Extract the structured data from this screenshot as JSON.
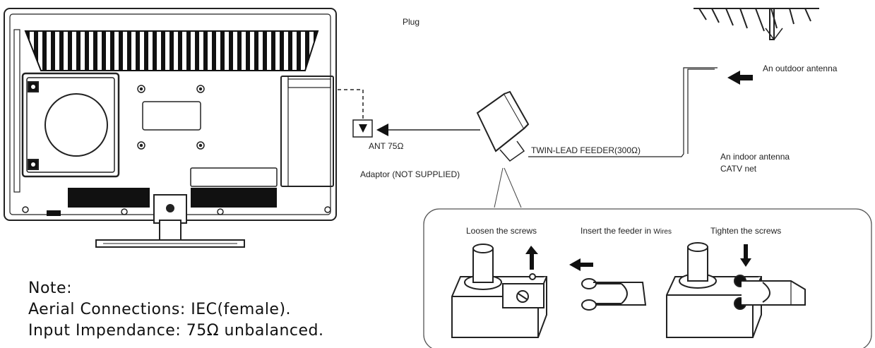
{
  "labels": {
    "plug": "Plug",
    "ant": "ANT 75Ω",
    "adaptor": "Adaptor  (NOT SUPPLIED)",
    "feeder": "TWIN-LEAD FEEDER(300Ω)",
    "outdoor": "An outdoor antenna",
    "indoor": "An indoor antenna",
    "catv": "CATV net"
  },
  "inset": {
    "loosen": "Loosen the screws",
    "insert": "Insert the feeder in",
    "wires": "Wires",
    "tighten": "Tighten the screws"
  },
  "note": {
    "title": "Note:",
    "line1": "Aerial Connections: IEC(female).",
    "line2": "Input Impendance: 75Ω unbalanced."
  }
}
